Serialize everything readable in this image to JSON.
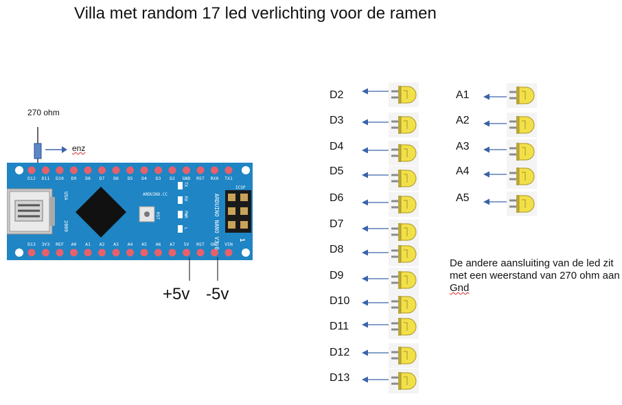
{
  "title": "Villa met random 17 led verlichting voor de ramen",
  "resistor_label": "270 ohm",
  "enz_label": "enz",
  "supply": {
    "plus": "+5v",
    "minus": "-5v"
  },
  "note": {
    "text": "De andere aansluiting van de led zit met een weerstand van 270 ohm aan ",
    "gnd": "Gnd"
  },
  "board": {
    "top_pins": [
      "D12",
      "D11",
      "D10",
      "D9",
      "D8",
      "D7",
      "D6",
      "D5",
      "D4",
      "D3",
      "D2",
      "GND",
      "RST",
      "RX0",
      "TX1"
    ],
    "bottom_pins": [
      "D13",
      "3V3",
      "REF",
      "A0",
      "A1",
      "A2",
      "A3",
      "A4",
      "A5",
      "A6",
      "A7",
      "5V",
      "RST",
      "GND",
      "VIN"
    ],
    "marks": {
      "arduino_cc": "ARDUINO.CC",
      "nano": "ARDUINO NANO V3.0",
      "usa": "USA",
      "year": "2009",
      "icsp": "ICSP",
      "rst": "RST",
      "tx": "TX",
      "rx": "RX",
      "pwr": "PWR",
      "l": "L",
      "one": "1"
    },
    "colors": {
      "pcb": "#1f85c4",
      "pin": "#e8606b",
      "chip": "#111111"
    }
  },
  "leds": {
    "digital": [
      "D2",
      "D3",
      "D4",
      "D5",
      "D6",
      "D7",
      "D8",
      "D9",
      "D10",
      "D11",
      "D12",
      "D13"
    ],
    "analog": [
      "A1",
      "A2",
      "A3",
      "A4",
      "A5"
    ],
    "colors": {
      "body": "#f2e04a",
      "arrow": "#3a63a8"
    }
  }
}
